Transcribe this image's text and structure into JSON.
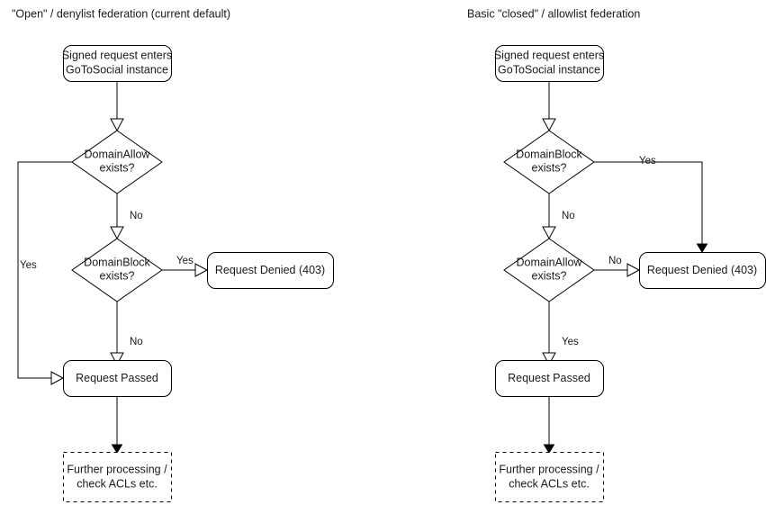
{
  "diagram": {
    "title_left": "\"Open\" / denylist federation (current default)",
    "title_right": "Basic \"closed\" / allowlist federation",
    "panels": [
      {
        "id": "open-denylist",
        "title": "\"Open\" / denylist federation (current default)",
        "nodes": {
          "start_line1": "Signed request enters",
          "start_line2": "GoToSocial instance",
          "decision1_line1": "DomainAllow",
          "decision1_line2": "exists?",
          "decision2_line1": "DomainBlock",
          "decision2_line2": "exists?",
          "denied": "Request Denied (403)",
          "passed": "Request Passed",
          "further_line1": "Further processing /",
          "further_line2": "check ACLs etc."
        },
        "edge_labels": {
          "allow_yes": "Yes",
          "allow_no": "No",
          "block_yes": "Yes",
          "block_no": "No"
        }
      },
      {
        "id": "closed-allowlist",
        "title": "Basic \"closed\" / allowlist federation",
        "nodes": {
          "start_line1": "Signed request enters",
          "start_line2": "GoToSocial instance",
          "decision1_line1": "DomainBlock",
          "decision1_line2": "exists?",
          "decision2_line1": "DomainAllow",
          "decision2_line2": "exists?",
          "denied": "Request Denied (403)",
          "passed": "Request Passed",
          "further_line1": "Further processing /",
          "further_line2": "check ACLs etc."
        },
        "edge_labels": {
          "block_yes": "Yes",
          "block_no": "No",
          "allow_no": "No",
          "allow_yes": "Yes"
        }
      }
    ],
    "colors": {
      "stroke": "#000000",
      "text": "#1a1a1a",
      "background": "#ffffff"
    }
  }
}
